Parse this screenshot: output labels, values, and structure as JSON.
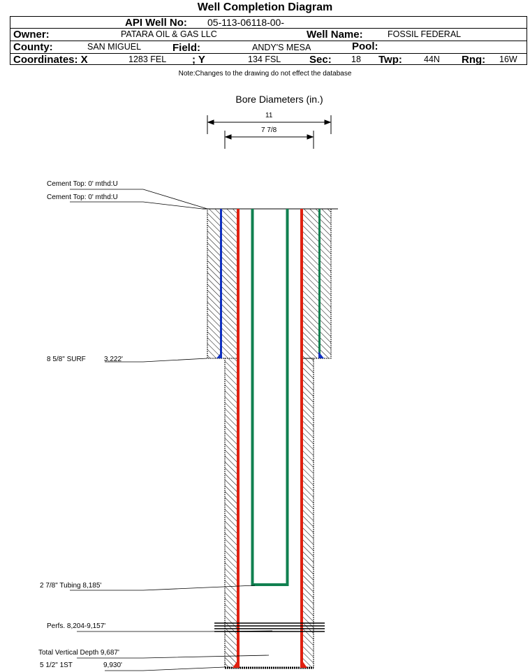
{
  "title": "Well Completion Diagram",
  "header": {
    "api_label": "API Well No:",
    "api_value": "05-113-06118-00-",
    "owner_label": "Owner:",
    "owner_value": "PATARA OIL & GAS LLC",
    "well_name_label": "Well Name:",
    "well_name_value": "FOSSIL FEDERAL",
    "county_label": "County:",
    "county_value": "SAN MIGUEL",
    "field_label": "Field:",
    "field_value": "ANDY'S MESA",
    "pool_label": "Pool:",
    "coord_x_label": "Coordinates: X",
    "coord_x_value": "1283 FEL",
    "coord_y_label": "; Y",
    "coord_y_value": "134 FSL",
    "sec_label": "Sec:",
    "sec_value": "18",
    "twp_label": "Twp:",
    "twp_value": "44N",
    "rng_label": "Rng:",
    "rng_value": "16W"
  },
  "note": "Note:Changes to the drawing do not effect the database",
  "diameters": {
    "title": "Bore Diameters (in.)",
    "outer": "11",
    "inner": "7 7/8"
  },
  "labels": {
    "cement_top_1": "Cement Top: 0' mthd:U",
    "cement_top_2": "Cement Top: 0' mthd:U",
    "surface_casing": "8 5/8\" SURF",
    "surface_depth": "3,222'",
    "tubing": "2 7/8\" Tubing 8,185'",
    "perfs": "Perfs. 8,204-9,157'",
    "tvd": "Total Vertical Depth 9,687'",
    "production_casing": "5 1/2\" 1ST",
    "production_depth": "9,930'"
  },
  "colors": {
    "surface_casing": "#1030c0",
    "production_casing": "#e02010",
    "tubing": "#108050"
  }
}
